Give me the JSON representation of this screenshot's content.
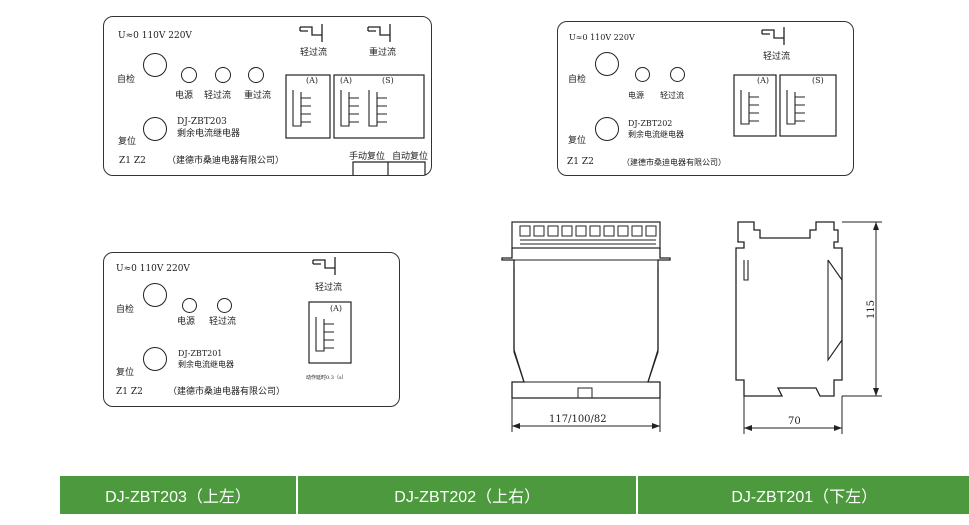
{
  "panels": {
    "zbt203": {
      "voltage": "U≈0   110V   220V",
      "self_test": "自检",
      "reset": "复位",
      "leds": [
        "电源",
        "轻过流",
        "重过流"
      ],
      "model": "DJ-ZBT203",
      "desc": "剩余电流继电器",
      "terminals": "Z1    Z2",
      "company": "（建德市桑迪电器有限公司）",
      "switch1": "轻过流",
      "switch2": "重过流",
      "dip_a": "(A)",
      "dip_a2": "(A)",
      "dip_s": "(S)",
      "manual_reset": "手动复位",
      "auto_reset": "自动复位"
    },
    "zbt202": {
      "voltage": "U≈0   110V   220V",
      "self_test": "自检",
      "reset": "复位",
      "leds": [
        "电源",
        "轻过流"
      ],
      "model": "DJ-ZBT202",
      "desc": "剩余电流继电器",
      "terminals": "Z1    Z2",
      "company": "（建德市桑迪电器有限公司）",
      "switch1": "轻过流",
      "dip_a": "(A)",
      "dip_s": "(S)"
    },
    "zbt201": {
      "voltage": "U≈0   110V   220V",
      "self_test": "自检",
      "reset": "复位",
      "leds": [
        "电源",
        "轻过流"
      ],
      "model": "DJ-ZBT201",
      "desc": "剩余电流继电器",
      "terminals": "Z1    Z2",
      "company": "（建德市桑迪电器有限公司）",
      "switch1": "轻过流",
      "dip_a": "(A)",
      "delay_note": "动作延时0.3（s）"
    }
  },
  "dimensions": {
    "front_width": "117/100/82",
    "height": "115",
    "depth": "70"
  },
  "footer": {
    "cells": [
      "DJ-ZBT203（上左）",
      "DJ-ZBT202（上右）",
      "DJ-ZBT201（下左）"
    ],
    "color": "#4c9a3d"
  }
}
